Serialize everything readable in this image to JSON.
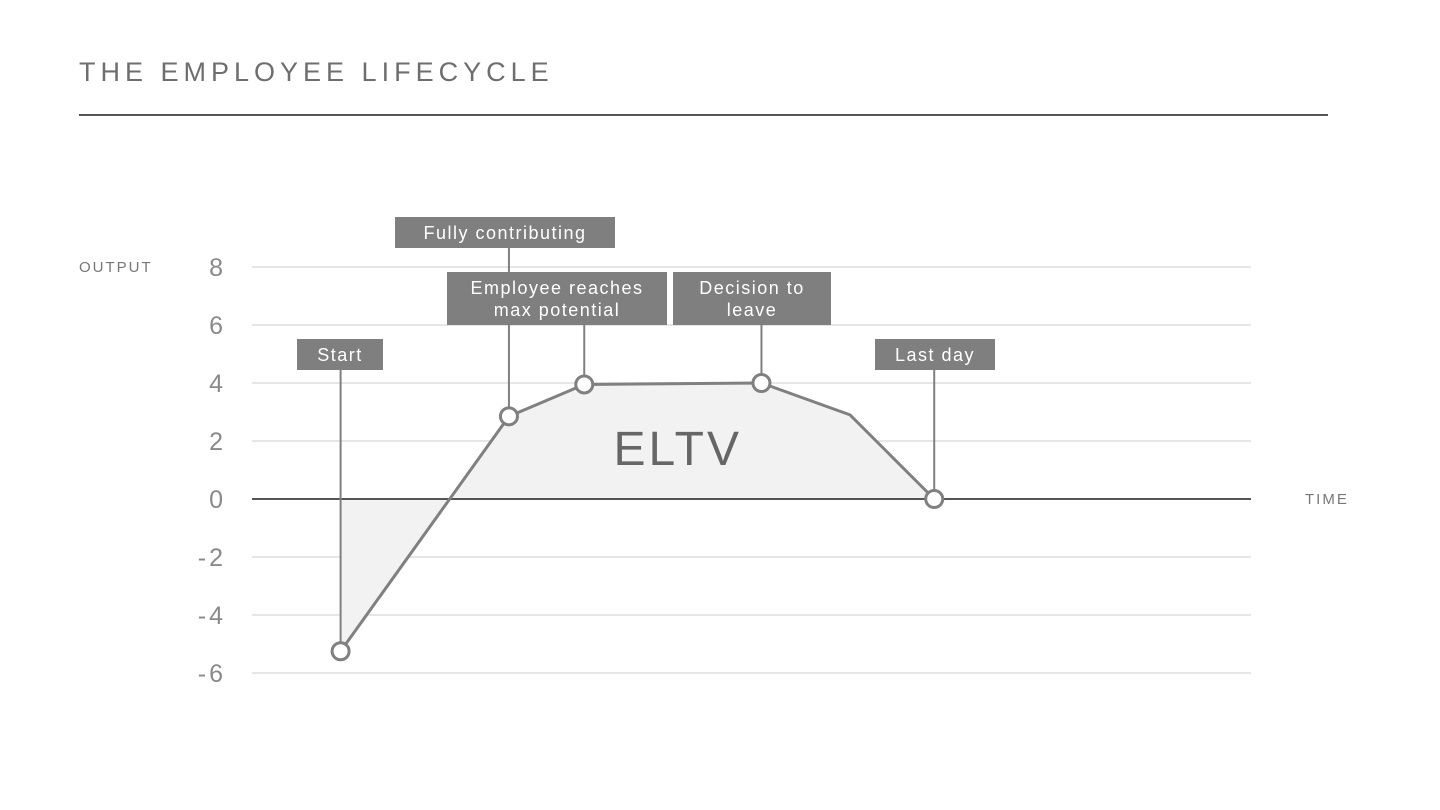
{
  "title": "THE EMPLOYEE LIFECYCLE",
  "chart_data": {
    "type": "area",
    "ylabel": "OUTPUT",
    "xlabel": "TIME",
    "ylim": [
      -6,
      8
    ],
    "y_ticks": [
      8,
      6,
      4,
      2,
      0,
      -2,
      -4,
      -6
    ],
    "y_tick_labels": [
      "8",
      "6",
      "4",
      "2",
      "0",
      "-2",
      "-4",
      "-6"
    ],
    "grid": true,
    "area_label": "ELTV",
    "series": [
      {
        "points": [
          {
            "t": 1.0,
            "v": -5.25
          },
          {
            "t": 2.9,
            "v": 2.85
          },
          {
            "t": 3.75,
            "v": 3.95
          },
          {
            "t": 5.75,
            "v": 4.0
          },
          {
            "t": 6.75,
            "v": 2.9
          },
          {
            "t": 7.7,
            "v": 0
          }
        ]
      }
    ],
    "milestones": [
      {
        "label": "Start",
        "t": 1.0,
        "v": -5.25
      },
      {
        "label": "Fully contributing",
        "t": 2.9,
        "v": 2.85
      },
      {
        "label": "Employee reaches max potential",
        "t": 3.75,
        "v": 3.95
      },
      {
        "label": "Decision to leave",
        "t": 5.75,
        "v": 4.0
      },
      {
        "label": "Last day",
        "t": 7.7,
        "v": 0
      }
    ]
  },
  "colors": {
    "line": "#808080",
    "area": "#f2f2f2",
    "callout": "#7f7f7f",
    "grid": "#dddddd",
    "zero_axis": "#555555"
  }
}
